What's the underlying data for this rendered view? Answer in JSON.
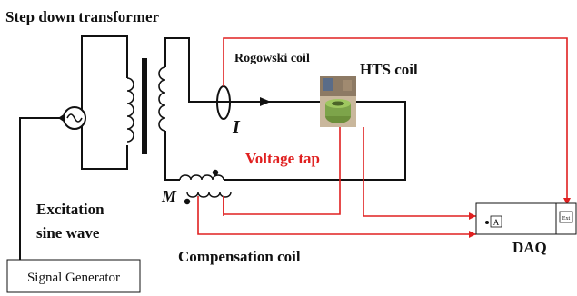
{
  "labels": {
    "transformer_title": "Step down transformer",
    "rogowski": "Rogowski coil",
    "hts_coil": "HTS coil",
    "current_symbol": "I",
    "voltage_tap": "Voltage tap",
    "mutual_symbol": "M",
    "excitation_line1": "Excitation",
    "excitation_line2": "sine wave",
    "compensation_coil": "Compensation coil",
    "daq": "DAQ",
    "signal_generator": "Signal Generator",
    "daq_input_a": "A",
    "daq_input_b": "Ext"
  },
  "colors": {
    "wire": "#111111",
    "signal_wire": "#e02020",
    "highlight_text": "#e02020"
  }
}
